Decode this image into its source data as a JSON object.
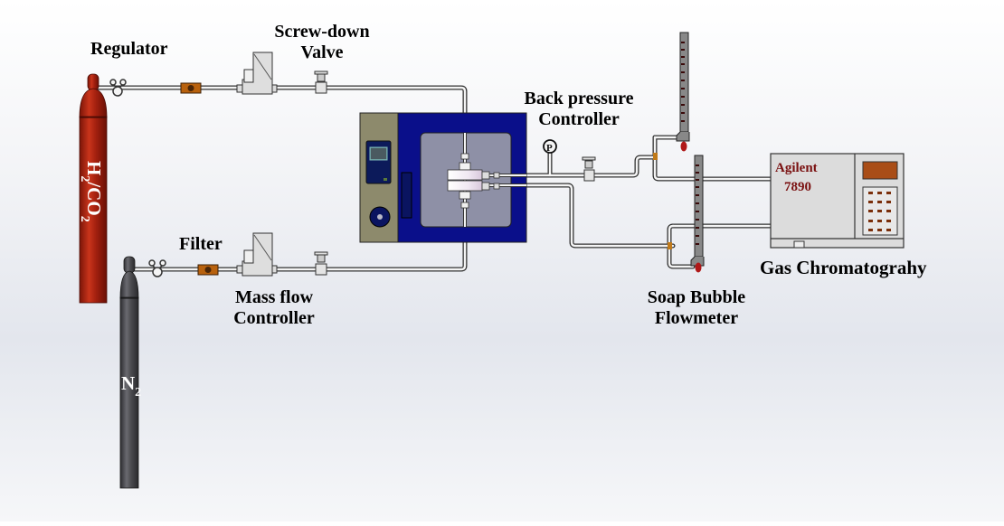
{
  "title": "Gas permeation test setup schematic",
  "labels": {
    "regulator": "Regulator",
    "screw_down_valve_line1": "Screw-down",
    "screw_down_valve_line2": "Valve",
    "back_pressure_line1": "Back pressure",
    "back_pressure_line2": "Controller",
    "filter": "Filter",
    "mass_flow_line1": "Mass flow",
    "mass_flow_line2": "Controller",
    "soap_bubble_line1": "Soap Bubble",
    "soap_bubble_line2": "Flowmeter",
    "gas_chromatography": "Gas Chromatograhy"
  },
  "cylinders": {
    "feed": {
      "gas_main": "H",
      "sub1": "2",
      "mid": "/CO",
      "sub2": "2",
      "color": "#a3200f"
    },
    "sweep": {
      "gas_main": "N",
      "sub1": "2",
      "color": "#4a4a4e"
    }
  },
  "gc": {
    "brand": "Agilent",
    "model": "7890",
    "display_color": "#a94d17",
    "text_color": "#7a1010"
  },
  "pressure_gauge": {
    "symbol": "P"
  },
  "colors": {
    "oven_blue": "#0a0f8a",
    "oven_panel": "#8d8a6c",
    "window_gray": "#8e90a6",
    "filter_brown": "#b8610d",
    "bubble_red": "#b01818"
  }
}
